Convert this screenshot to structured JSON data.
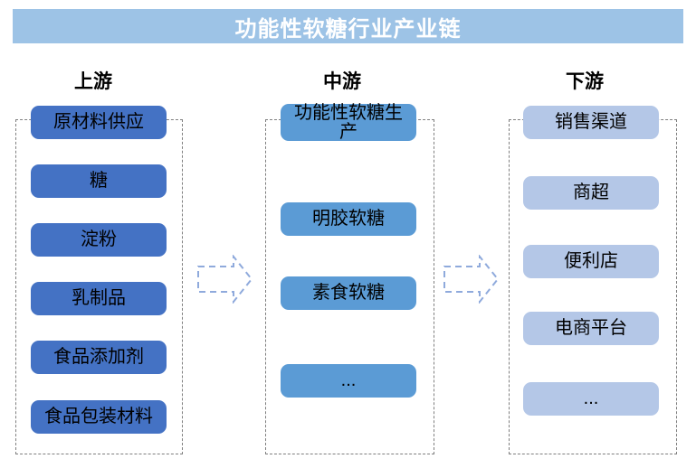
{
  "title": "功能性软糖行业产业链",
  "columns": [
    {
      "id": "upstream",
      "header": "上游",
      "items": [
        "原材料供应",
        "糖",
        "淀粉",
        "乳制品",
        "食品添加剂",
        "食品包装材料"
      ]
    },
    {
      "id": "midstream",
      "header": "中游",
      "items": [
        "功能性软糖生产",
        "明胶软糖",
        "素食软糖",
        "..."
      ]
    },
    {
      "id": "downstream",
      "header": "下游",
      "items": [
        "销售渠道",
        "商超",
        "便利店",
        "电商平台",
        "..."
      ]
    }
  ],
  "icons": {
    "flow_arrow": "dashed-right-block-arrow"
  },
  "colors": {
    "title_bar_bg": "#9DC3E6",
    "title_text": "#FFFFFF",
    "upstream_box": "#4472C4",
    "midstream_box": "#5B9BD5",
    "downstream_box": "#B4C7E7",
    "box_text": "#000000",
    "dashed_border": "#7F7F7F",
    "arrow_stroke": "#8FAADC",
    "background": "#FFFFFF"
  }
}
